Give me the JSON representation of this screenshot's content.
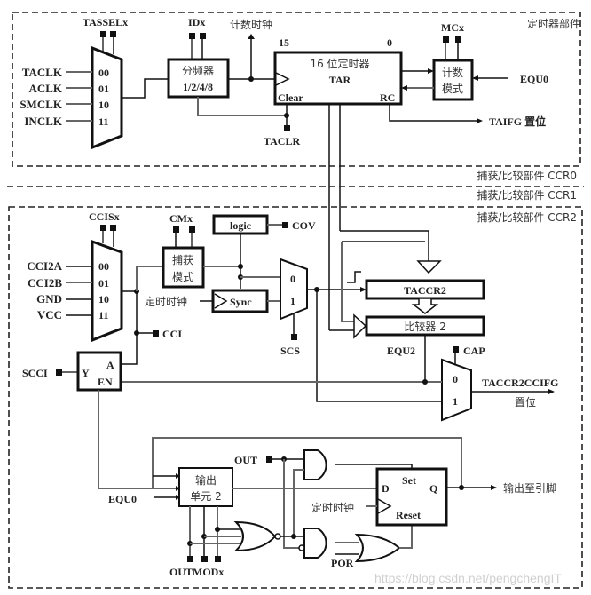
{
  "timer_section": {
    "title": "定时器部件",
    "mux_select": "TASSELx",
    "clock_inputs": [
      {
        "name": "TACLK",
        "code": "00"
      },
      {
        "name": "ACLK",
        "code": "01"
      },
      {
        "name": "SMCLK",
        "code": "10"
      },
      {
        "name": "INCLK",
        "code": "11"
      }
    ],
    "divider": {
      "control": "IDx",
      "line1": "分频器",
      "line2": "1/2/4/8"
    },
    "count_clock": "计数时钟",
    "tar": {
      "msb": "15",
      "lsb": "0",
      "line1": "16 位定时器",
      "line2": "TAR",
      "clear": "Clear",
      "rc": "RC"
    },
    "clear_pin": "TACLR",
    "mode": {
      "control": "MCx",
      "line1": "计数",
      "line2": "模式"
    },
    "equ0_in": "EQU0",
    "taifg": "TAIFG 置位"
  },
  "ccr_labels": [
    "捕获/比较部件 CCR0",
    "捕获/比较部件 CCR1",
    "捕获/比较部件 CCR2"
  ],
  "ccr2": {
    "input_select": "CCISx",
    "inputs": [
      {
        "name": "CCI2A",
        "code": "00"
      },
      {
        "name": "CCI2B",
        "code": "01"
      },
      {
        "name": "GND",
        "code": "10"
      },
      {
        "name": "VCC",
        "code": "11"
      }
    ],
    "capture_mode": {
      "control": "CMx",
      "line1": "捕获",
      "line2": "模式"
    },
    "logic": "logic",
    "cov": "COV",
    "timer_clock": "定时时钟",
    "sync": "Sync",
    "sync_mux": {
      "in0": "0",
      "in1": "1",
      "select": "SCS"
    },
    "cci": "CCI",
    "scci": "SCCI",
    "latch": {
      "y": "Y",
      "a": "A",
      "en": "EN"
    },
    "taccr": "TACCR2",
    "comparator": "比较器 2",
    "equ2": "EQU2",
    "cap": "CAP",
    "flag_mux": {
      "in0": "0",
      "in1": "1"
    },
    "flag_out_line1": "TACCR2CCIFG",
    "flag_out_line2": "置位"
  },
  "output_section": {
    "unit_line1": "输出",
    "unit_line2": "单元 2",
    "equ0": "EQU0",
    "outmod": "OUTMODx",
    "out": "OUT",
    "timer_clock": "定时时钟",
    "ff": {
      "d": "D",
      "set": "Set",
      "q": "Q",
      "reset": "Reset"
    },
    "por": "POR",
    "output_pin": "输出至引脚"
  },
  "watermark": "https://blog.csdn.net/pengchengIT"
}
